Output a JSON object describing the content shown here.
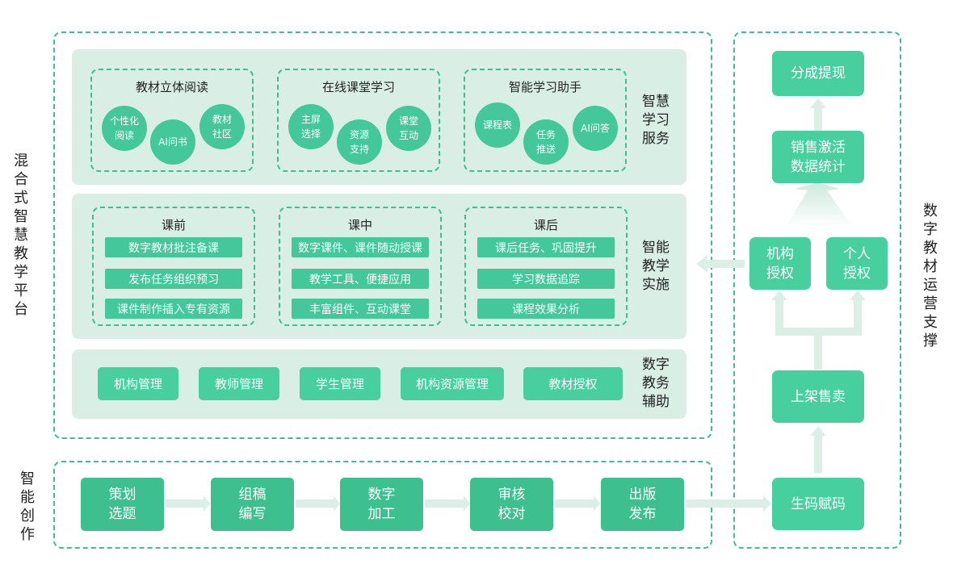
{
  "labels": {
    "hybrid_platform": "混合式智慧教学平台",
    "smart_creation": "智能创作",
    "operation_support": "数字教材运营支撑"
  },
  "panels": {
    "learning": {
      "label": "智慧\n学习\n服务",
      "groups": [
        {
          "title": "教材立体阅读",
          "circles": [
            "个性化\n阅读",
            "AI问书",
            "教材\n社区"
          ]
        },
        {
          "title": "在线课堂学习",
          "circles": [
            "主屏\n选择",
            "资源\n支持",
            "课堂\n互动"
          ]
        },
        {
          "title": "智能学习助手",
          "circles": [
            "课程表",
            "任务\n推送",
            "AI问答"
          ]
        }
      ]
    },
    "teaching": {
      "label": "智能\n教学\n实施",
      "groups": [
        {
          "title": "课前",
          "items": [
            "数字教材批注备课",
            "发布任务组织预习",
            "课件制作插入专有资源"
          ]
        },
        {
          "title": "课中",
          "items": [
            "数字课件、课件随动授课",
            "教学工具、便捷应用",
            "丰富组件、互动课堂"
          ]
        },
        {
          "title": "课后",
          "items": [
            "课后任务、巩固提升",
            "学习数据追踪",
            "课程效果分析"
          ]
        }
      ]
    },
    "admin": {
      "label": "数字\n教务\n辅助",
      "buttons": [
        "机构管理",
        "教师管理",
        "学生管理",
        "机构资源管理",
        "教材授权"
      ]
    }
  },
  "creation_steps": [
    "策划\n选题",
    "组稿\n编写",
    "数字\n加工",
    "审核\n校对",
    "出版\n发布"
  ],
  "operations": {
    "revenue": "分成提现",
    "sales_stats": "销售激活\n数据统计",
    "institution_license": "机构\n授权",
    "personal_license": "个人\n授权",
    "shelf_sale": "上架售卖",
    "code_assign": "生码赋码"
  },
  "colors": {
    "accent": "#3fbf8f",
    "box": "#48cf9f",
    "panel": "#d9efe6",
    "arrow": "#dcefe7"
  }
}
